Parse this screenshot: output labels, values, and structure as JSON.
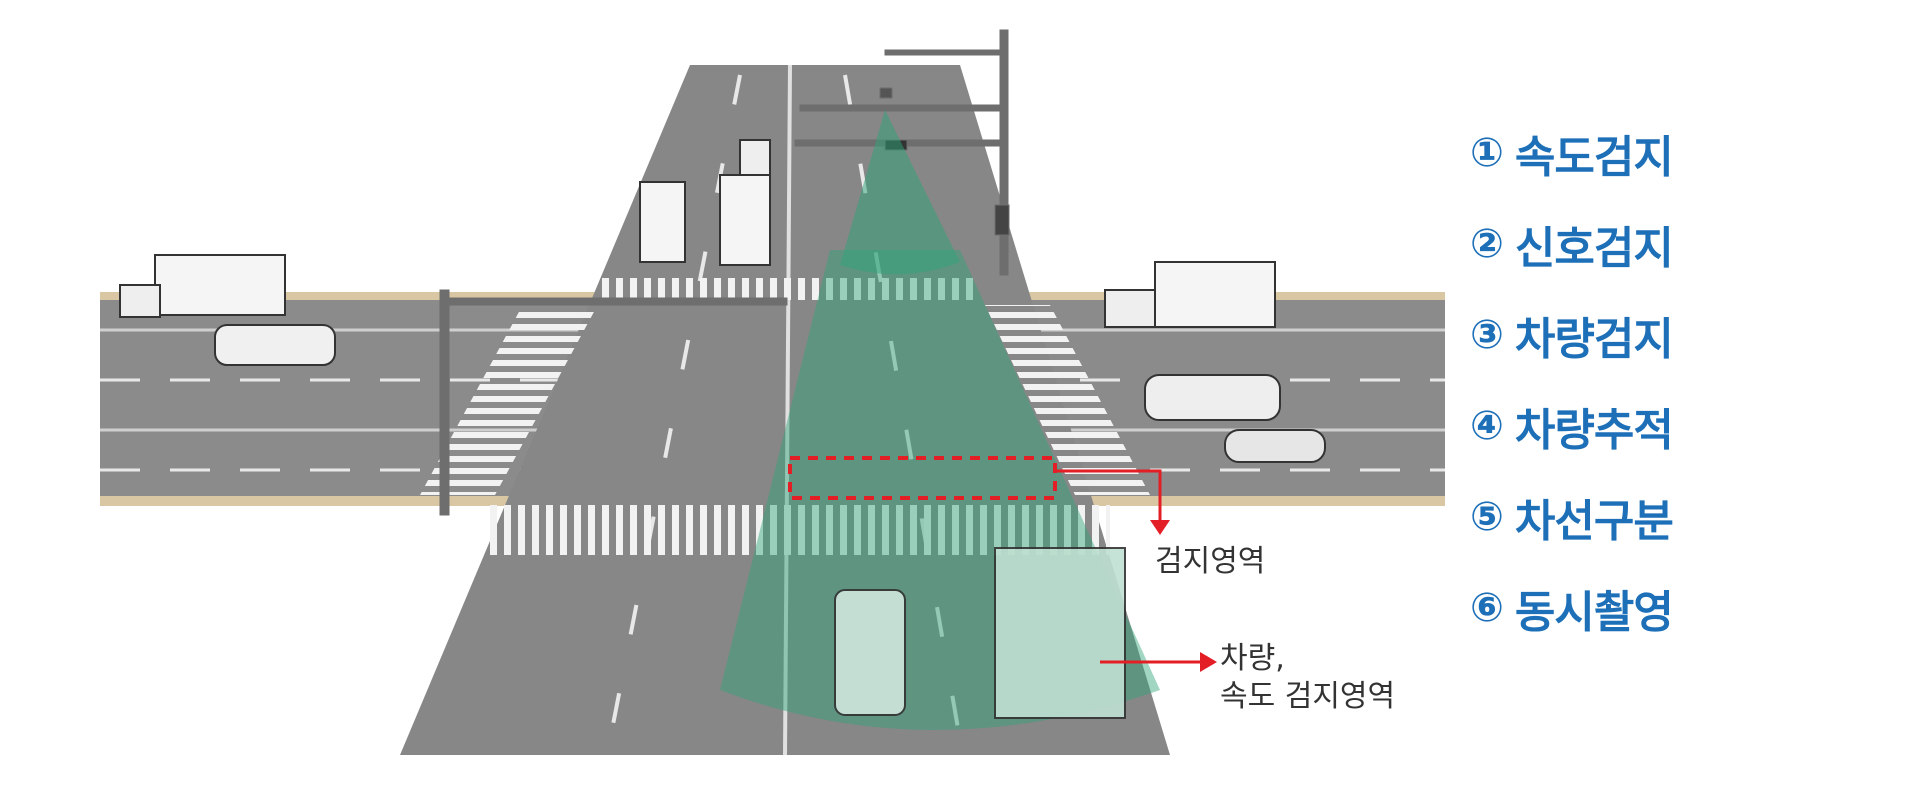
{
  "features": [
    {
      "num": "①",
      "label": "속도검지"
    },
    {
      "num": "②",
      "label": "신호검지"
    },
    {
      "num": "③",
      "label": "차량검지"
    },
    {
      "num": "④",
      "label": "차량추적"
    },
    {
      "num": "⑤",
      "label": "차선구분"
    },
    {
      "num": "⑥",
      "label": "동시촬영"
    }
  ],
  "annotations": {
    "detection_area": "검지영역",
    "vehicle_line1": "차량,",
    "vehicle_line2": "속도 검지영역"
  },
  "colors": {
    "feature_text": "#1d6fb8",
    "detection_cone": "#2ea37a",
    "arrow": "#e31e25",
    "road": "#8a8a8a",
    "sidewalk": "#d9c7a3"
  }
}
